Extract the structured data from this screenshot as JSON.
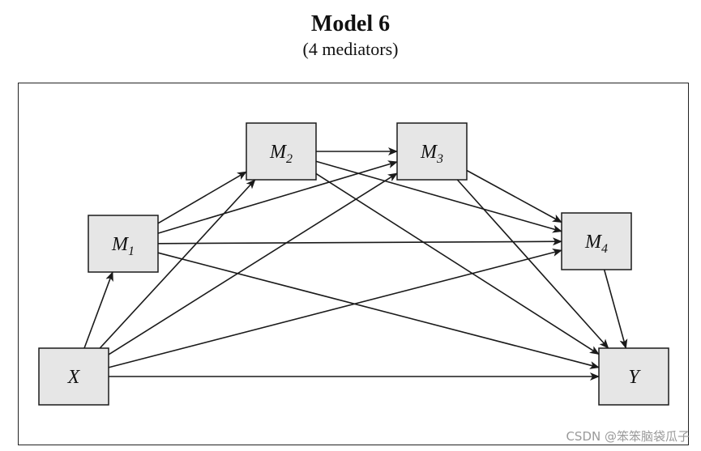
{
  "title": "Model 6",
  "subtitle": "(4 mediators)",
  "nodes": {
    "m1": {
      "base": "M",
      "sub": "1"
    },
    "m2": {
      "base": "M",
      "sub": "2"
    },
    "m3": {
      "base": "M",
      "sub": "3"
    },
    "m4": {
      "base": "M",
      "sub": "4"
    },
    "x": {
      "base": "X",
      "sub": ""
    },
    "y": {
      "base": "Y",
      "sub": ""
    }
  },
  "edges": [
    [
      "x",
      "m1"
    ],
    [
      "x",
      "m2"
    ],
    [
      "x",
      "m3"
    ],
    [
      "x",
      "m4"
    ],
    [
      "x",
      "y"
    ],
    [
      "m1",
      "m2"
    ],
    [
      "m1",
      "m3"
    ],
    [
      "m1",
      "m4"
    ],
    [
      "m1",
      "y"
    ],
    [
      "m2",
      "m3"
    ],
    [
      "m2",
      "m4"
    ],
    [
      "m2",
      "y"
    ],
    [
      "m3",
      "m4"
    ],
    [
      "m3",
      "y"
    ],
    [
      "m4",
      "y"
    ]
  ],
  "colors": {
    "node_fill": "#e6e6e6",
    "stroke": "#1a1a1a"
  },
  "watermark": "CSDN @笨笨脑袋瓜子"
}
